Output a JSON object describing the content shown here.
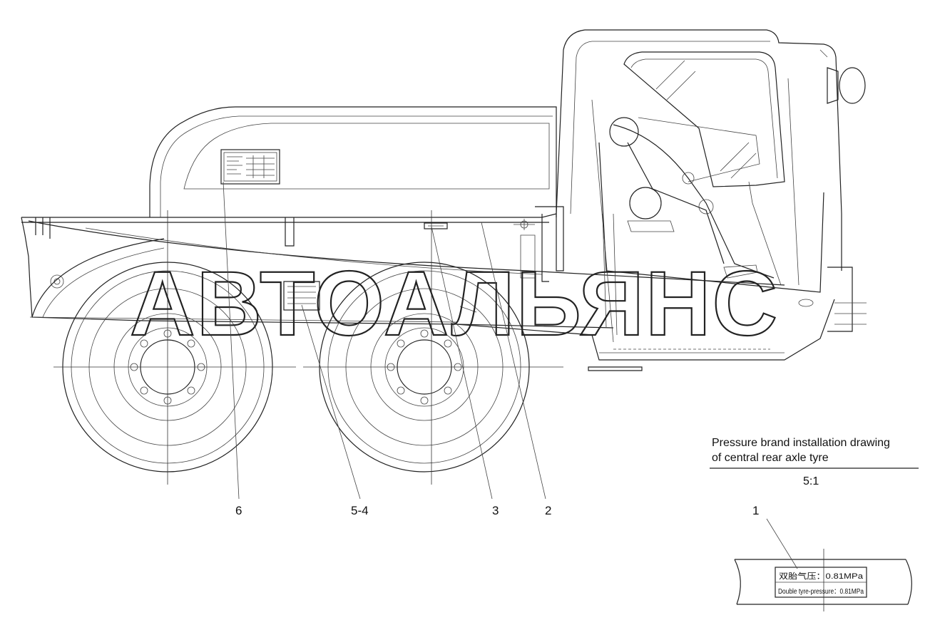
{
  "callouts": {
    "c6": "6",
    "c54": "5-4",
    "c3": "3",
    "c2": "2",
    "c1": "1"
  },
  "caption": {
    "title_line1": "Pressure brand installation drawing",
    "title_line2": "of central rear axle tyre",
    "scale": "5:1"
  },
  "pressure_plate": {
    "chinese": "双胎气压：0.81MPa",
    "english": "Double tyre-pressure：0.81MPa"
  },
  "watermark": "АВТОАЛЬЯНС"
}
